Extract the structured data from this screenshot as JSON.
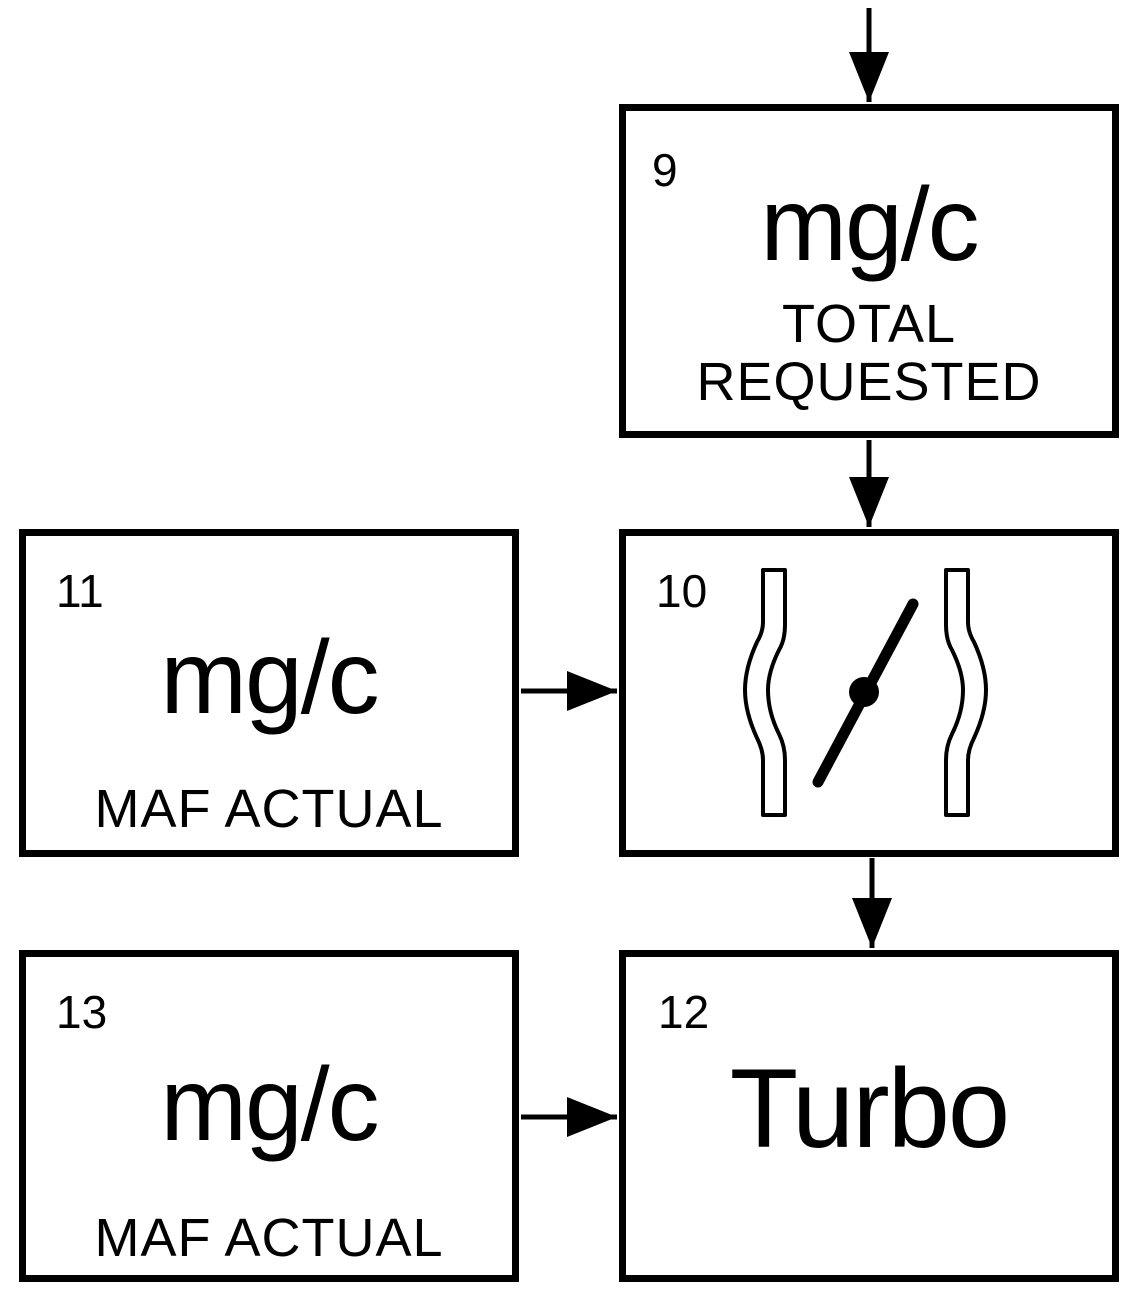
{
  "boxes": {
    "total_requested": {
      "ref": "9",
      "unit": "mg/c",
      "caption_line1": "TOTAL",
      "caption_line2": "REQUESTED"
    },
    "throttle": {
      "ref": "10"
    },
    "maf_actual_upper": {
      "ref": "11",
      "unit": "mg/c",
      "caption": "MAF ACTUAL"
    },
    "turbo": {
      "ref": "12",
      "label": "Turbo"
    },
    "maf_actual_lower": {
      "ref": "13",
      "unit": "mg/c",
      "caption": "MAF ACTUAL"
    }
  },
  "icons": {
    "throttle": "throttle-valve-icon"
  }
}
